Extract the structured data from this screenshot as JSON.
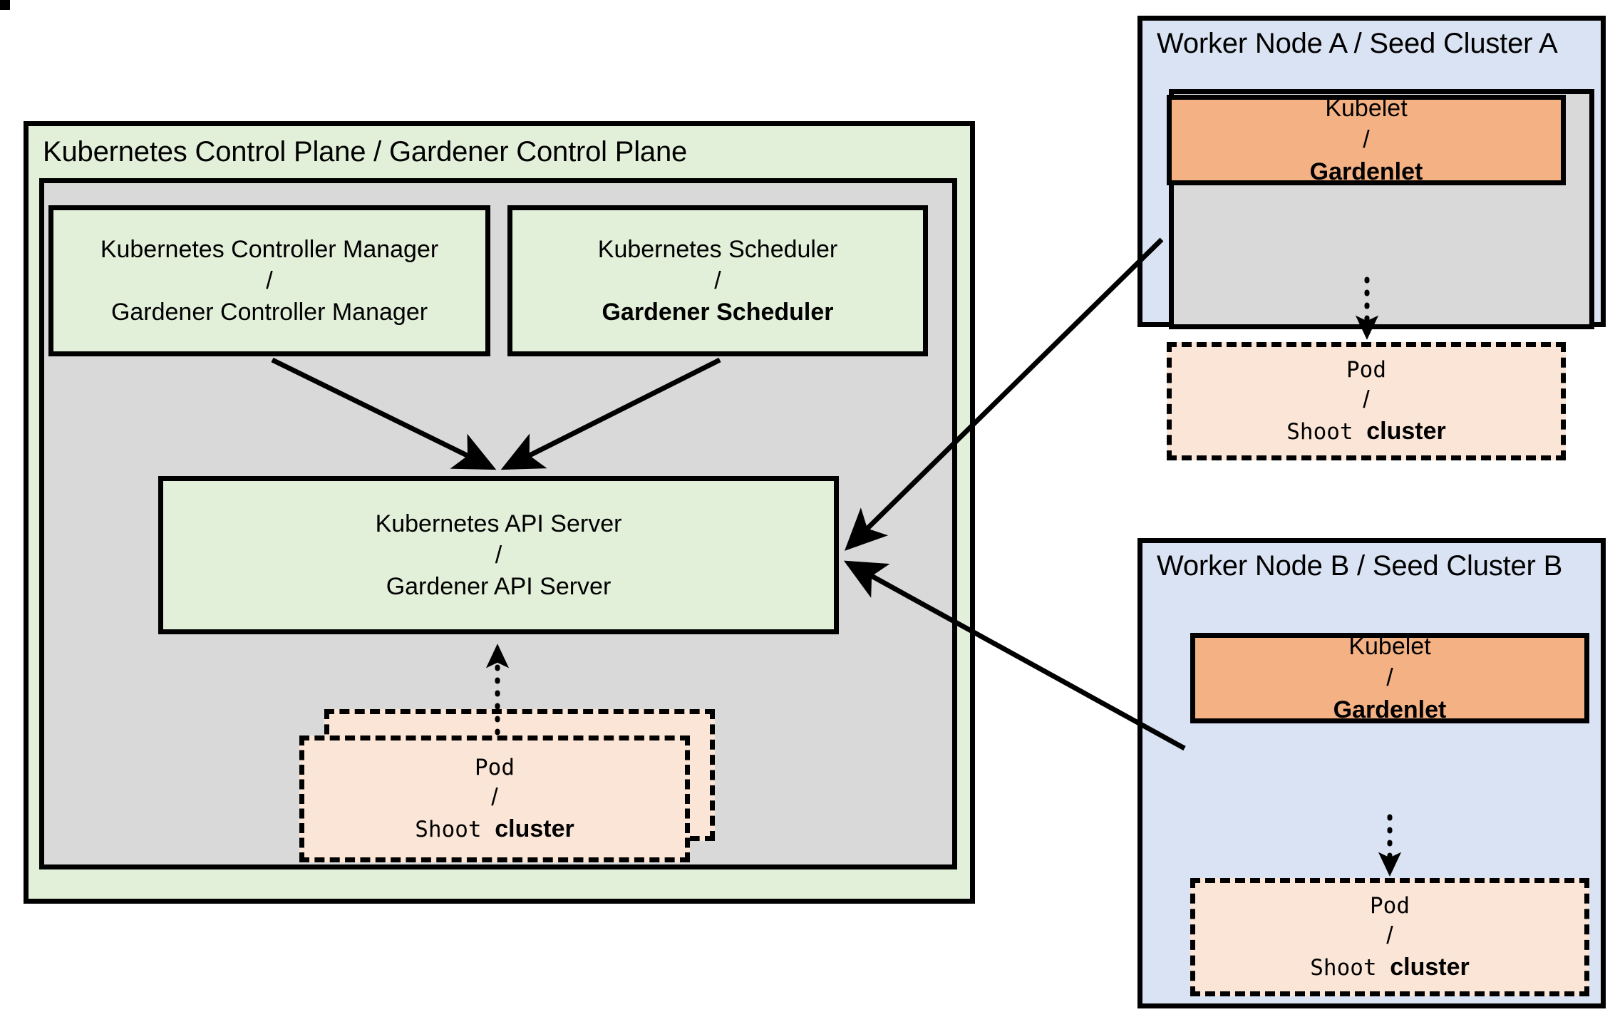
{
  "diagram": {
    "title_note": "Gardener architecture: Kubernetes analogy mapping",
    "control_plane": {
      "title": "Kubernetes Control Plane / Gardener Control Plane",
      "boxes": [
        {
          "name": "kubernetes-controller-manager",
          "line1": "Kubernetes Controller Manager",
          "separator": "/",
          "line2": "Gardener Controller Manager",
          "line2_bold": false
        },
        {
          "name": "kubernetes-scheduler",
          "line1": "Kubernetes Scheduler",
          "separator": "/",
          "line2": "Gardener Scheduler",
          "line2_bold": true
        },
        {
          "name": "kubernetes-api-server",
          "line1": "Kubernetes API Server",
          "separator": "/",
          "line2": "Gardener API Server",
          "line2_bold": false
        }
      ],
      "pod": {
        "line1": "Pod",
        "separator": "/",
        "line2_mono": "Shoot",
        "line2_bold": "cluster"
      }
    },
    "worker_nodes": [
      {
        "id": "a",
        "title": "Worker Node A / Seed Cluster A",
        "kubelet": {
          "line1": "Kubelet",
          "separator": "/",
          "line2": "Gardenlet"
        },
        "pod": {
          "line1": "Pod",
          "separator": "/",
          "line2_mono": "Shoot",
          "line2_bold": "cluster"
        }
      },
      {
        "id": "b",
        "title": "Worker Node B / Seed Cluster B",
        "kubelet": {
          "line1": "Kubelet",
          "separator": "/",
          "line2": "Gardenlet"
        },
        "pod": {
          "line1": "Pod",
          "separator": "/",
          "line2_mono": "Shoot",
          "line2_bold": "cluster"
        }
      }
    ],
    "colors": {
      "green_fill": "#e2efd9",
      "grey_fill": "#d9d9d9",
      "blue_fill": "#dae3f3",
      "orange_fill": "#f4b183",
      "peach_fill": "#fbe5d6",
      "stroke": "#000000"
    },
    "connectors": [
      {
        "name": "controller-manager-to-api-server",
        "style": "solid",
        "arrowhead": "filled"
      },
      {
        "name": "scheduler-to-api-server",
        "style": "solid",
        "arrowhead": "filled"
      },
      {
        "name": "control-plane-pod-to-api-server",
        "style": "dotted",
        "arrowhead": "filled"
      },
      {
        "name": "gardenlet-a-to-api-server",
        "style": "solid",
        "arrowhead": "filled"
      },
      {
        "name": "gardenlet-b-to-api-server",
        "style": "solid",
        "arrowhead": "filled"
      },
      {
        "name": "gardenlet-a-to-pod-a",
        "style": "dotted",
        "arrowhead": "filled"
      },
      {
        "name": "gardenlet-b-to-pod-b",
        "style": "dotted",
        "arrowhead": "filled"
      }
    ]
  }
}
